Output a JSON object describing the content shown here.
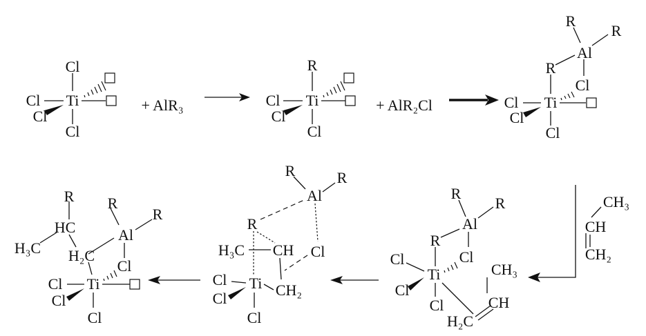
{
  "title": "Ziegler-Natta polymerization mechanism: activation of TiCl4 by AlR3 and propene insertion",
  "reagents": {
    "alr3": "+ AlR₃",
    "alr2cl": "+ AlR₂Cl"
  },
  "atoms": {
    "ti": "Ti",
    "cl": "Cl",
    "al": "Al",
    "r": "R",
    "ch3": "CH₃",
    "ch": "CH",
    "ch2": "CH₂",
    "h2c": "H₂C",
    "h3c": "H₃C",
    "hc": "HC"
  },
  "monomer": {
    "ch3": "CH₃",
    "ch": "CH",
    "ch2": "CH₂"
  }
}
